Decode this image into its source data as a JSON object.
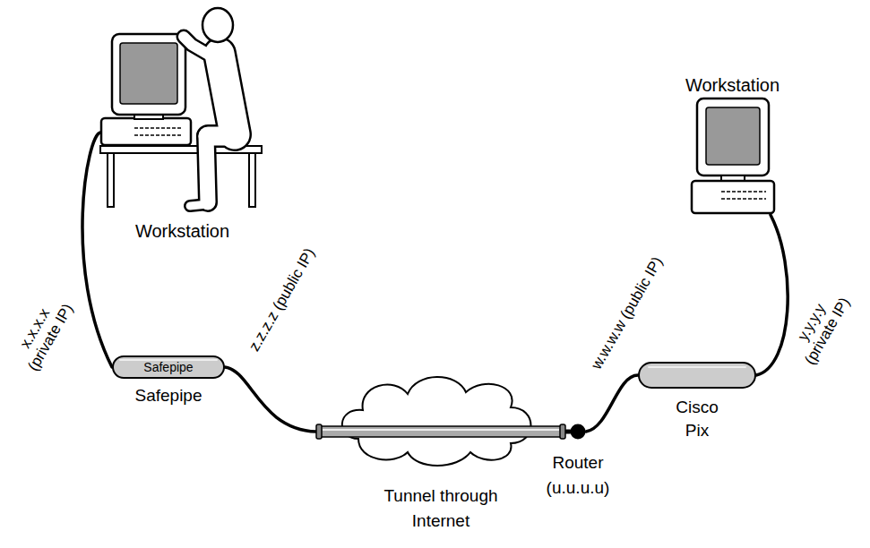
{
  "diagram": {
    "nodes": [
      {
        "text": [
          "Workstation"
        ]
      },
      {
        "text": [
          "Safepipe",
          "Safepipe"
        ]
      },
      {
        "text": [
          "Tunnel through Internet"
        ]
      },
      {
        "text": [
          "Router (u.u.u.u)"
        ]
      },
      {
        "text": [
          "Cisco Pix"
        ]
      },
      {
        "text": [
          "Workstation"
        ]
      }
    ],
    "edges": [
      {
        "from": 0,
        "to": 1,
        "arrow": "none"
      },
      {
        "from": 1,
        "to": 2,
        "arrow": "none"
      },
      {
        "from": 2,
        "to": 3,
        "arrow": "none"
      },
      {
        "from": 3,
        "to": 4,
        "arrow": "none"
      },
      {
        "from": 4,
        "to": 5,
        "arrow": "none"
      }
    ],
    "labels": [
      "x.x.x.x (private IP)",
      "z.z.z.z (public IP)",
      "w.w.w.w (public IP)",
      "y.y.y.y (private IP)"
    ]
  }
}
